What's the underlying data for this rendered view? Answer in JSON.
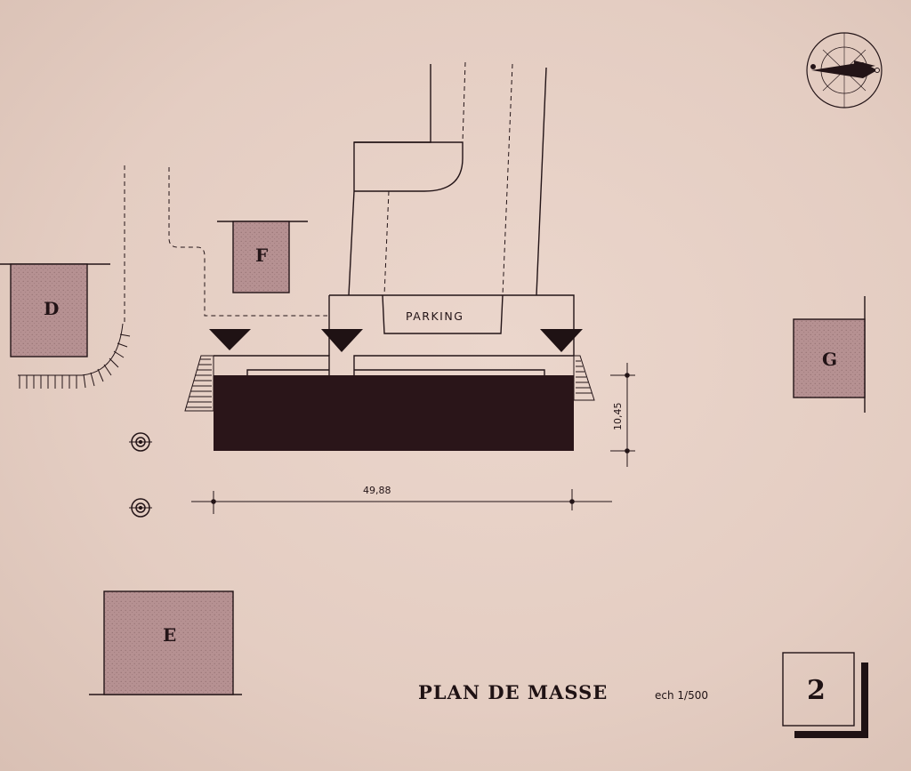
{
  "buildings": {
    "d": "D",
    "e": "E",
    "f": "F",
    "g": "G"
  },
  "parking": "PARKING",
  "dimensions": {
    "length": "49,88",
    "width": "10,45"
  },
  "title": {
    "main": "PLAN DE MASSE",
    "scale": "ech 1/500"
  },
  "sheet_number": "2",
  "colors": {
    "paper": "#e8d2c8",
    "ink": "#231417",
    "building_fill": "#b79394",
    "main_building_fill": "#2a1519"
  },
  "icons": {
    "compass": "north-arrow-compass-icon",
    "entrance": "entrance-triangle-icon",
    "tree": "tree-symbol-icon"
  }
}
